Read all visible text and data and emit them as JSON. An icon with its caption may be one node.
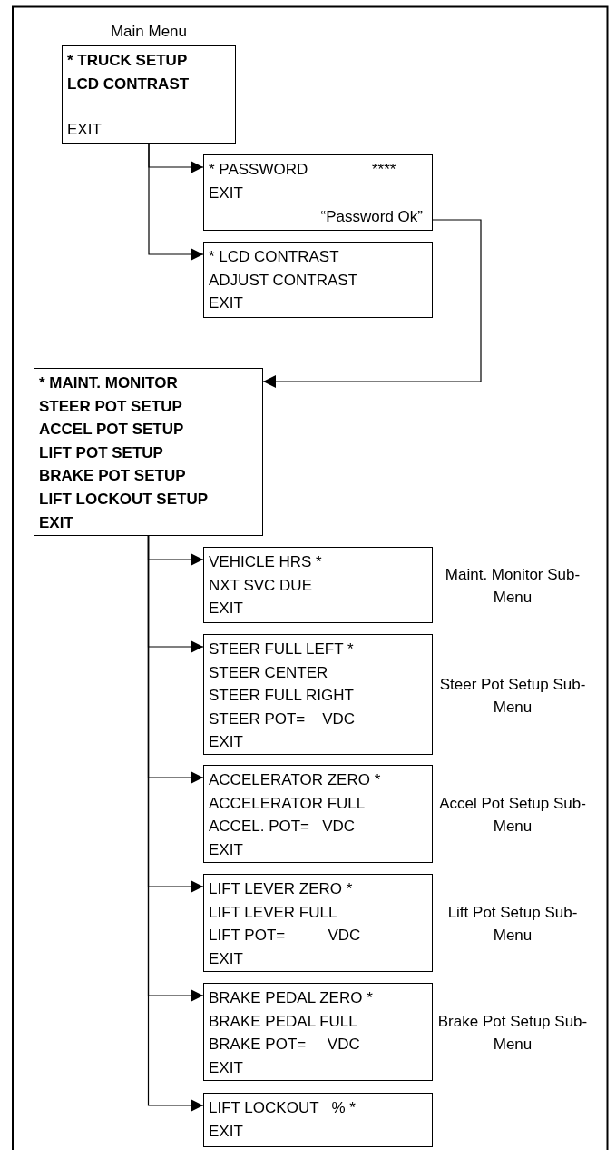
{
  "diagram": {
    "nodes": [
      {
        "text": [
          "Main Menu",
          "* TRUCK SETUP",
          "LCD CONTRAST",
          "EXIT"
        ]
      },
      {
        "text": [
          "* PASSWORD",
          "****",
          "EXIT",
          "“Password Ok”"
        ]
      },
      {
        "text": [
          "* LCD CONTRAST",
          "ADJUST CONTRAST",
          "EXIT"
        ]
      },
      {
        "text": [
          "* MAINT. MONITOR",
          "STEER POT SETUP",
          "ACCEL POT SETUP",
          "LIFT POT SETUP",
          "BRAKE POT SETUP",
          "LIFT LOCKOUT SETUP",
          "EXIT"
        ]
      },
      {
        "text": [
          "VEHICLE HRS *",
          "NXT SVC DUE",
          "EXIT"
        ],
        "beside": [
          "Maint. Monitor Sub-Menu"
        ]
      },
      {
        "text": [
          "STEER FULL LEFT *",
          "STEER CENTER",
          "STEER FULL RIGHT",
          "STEER POT=    VDC",
          "EXIT"
        ],
        "beside": [
          "Steer Pot Setup Sub-Menu"
        ]
      },
      {
        "text": [
          "ACCELERATOR ZERO *",
          "ACCELERATOR FULL",
          "ACCEL. POT=   VDC",
          "EXIT"
        ],
        "beside": [
          "Accel Pot Setup Sub-Menu"
        ]
      },
      {
        "text": [
          "LIFT LEVER ZERO *",
          "LIFT LEVER FULL",
          "LIFT POT=          VDC",
          "EXIT"
        ],
        "beside": [
          "Lift Pot Setup Sub-Menu"
        ]
      },
      {
        "text": [
          "BRAKE PEDAL ZERO *",
          "BRAKE PEDAL FULL",
          "BRAKE POT=     VDC",
          "EXIT"
        ],
        "beside": [
          "Brake Pot Setup Sub-Menu"
        ]
      },
      {
        "text": [
          "LIFT LOCKOUT   % *",
          "EXIT"
        ]
      }
    ],
    "edges": [
      {
        "from": 0,
        "to": 1,
        "arrow": "to"
      },
      {
        "from": 0,
        "to": 2,
        "arrow": "to"
      },
      {
        "from": 1,
        "to": 3,
        "arrow": "to"
      },
      {
        "from": 3,
        "to": 4,
        "arrow": "to"
      },
      {
        "from": 3,
        "to": 5,
        "arrow": "to"
      },
      {
        "from": 3,
        "to": 6,
        "arrow": "to"
      },
      {
        "from": 3,
        "to": 7,
        "arrow": "to"
      },
      {
        "from": 3,
        "to": 8,
        "arrow": "to"
      },
      {
        "from": 3,
        "to": 9,
        "arrow": "to"
      }
    ]
  }
}
